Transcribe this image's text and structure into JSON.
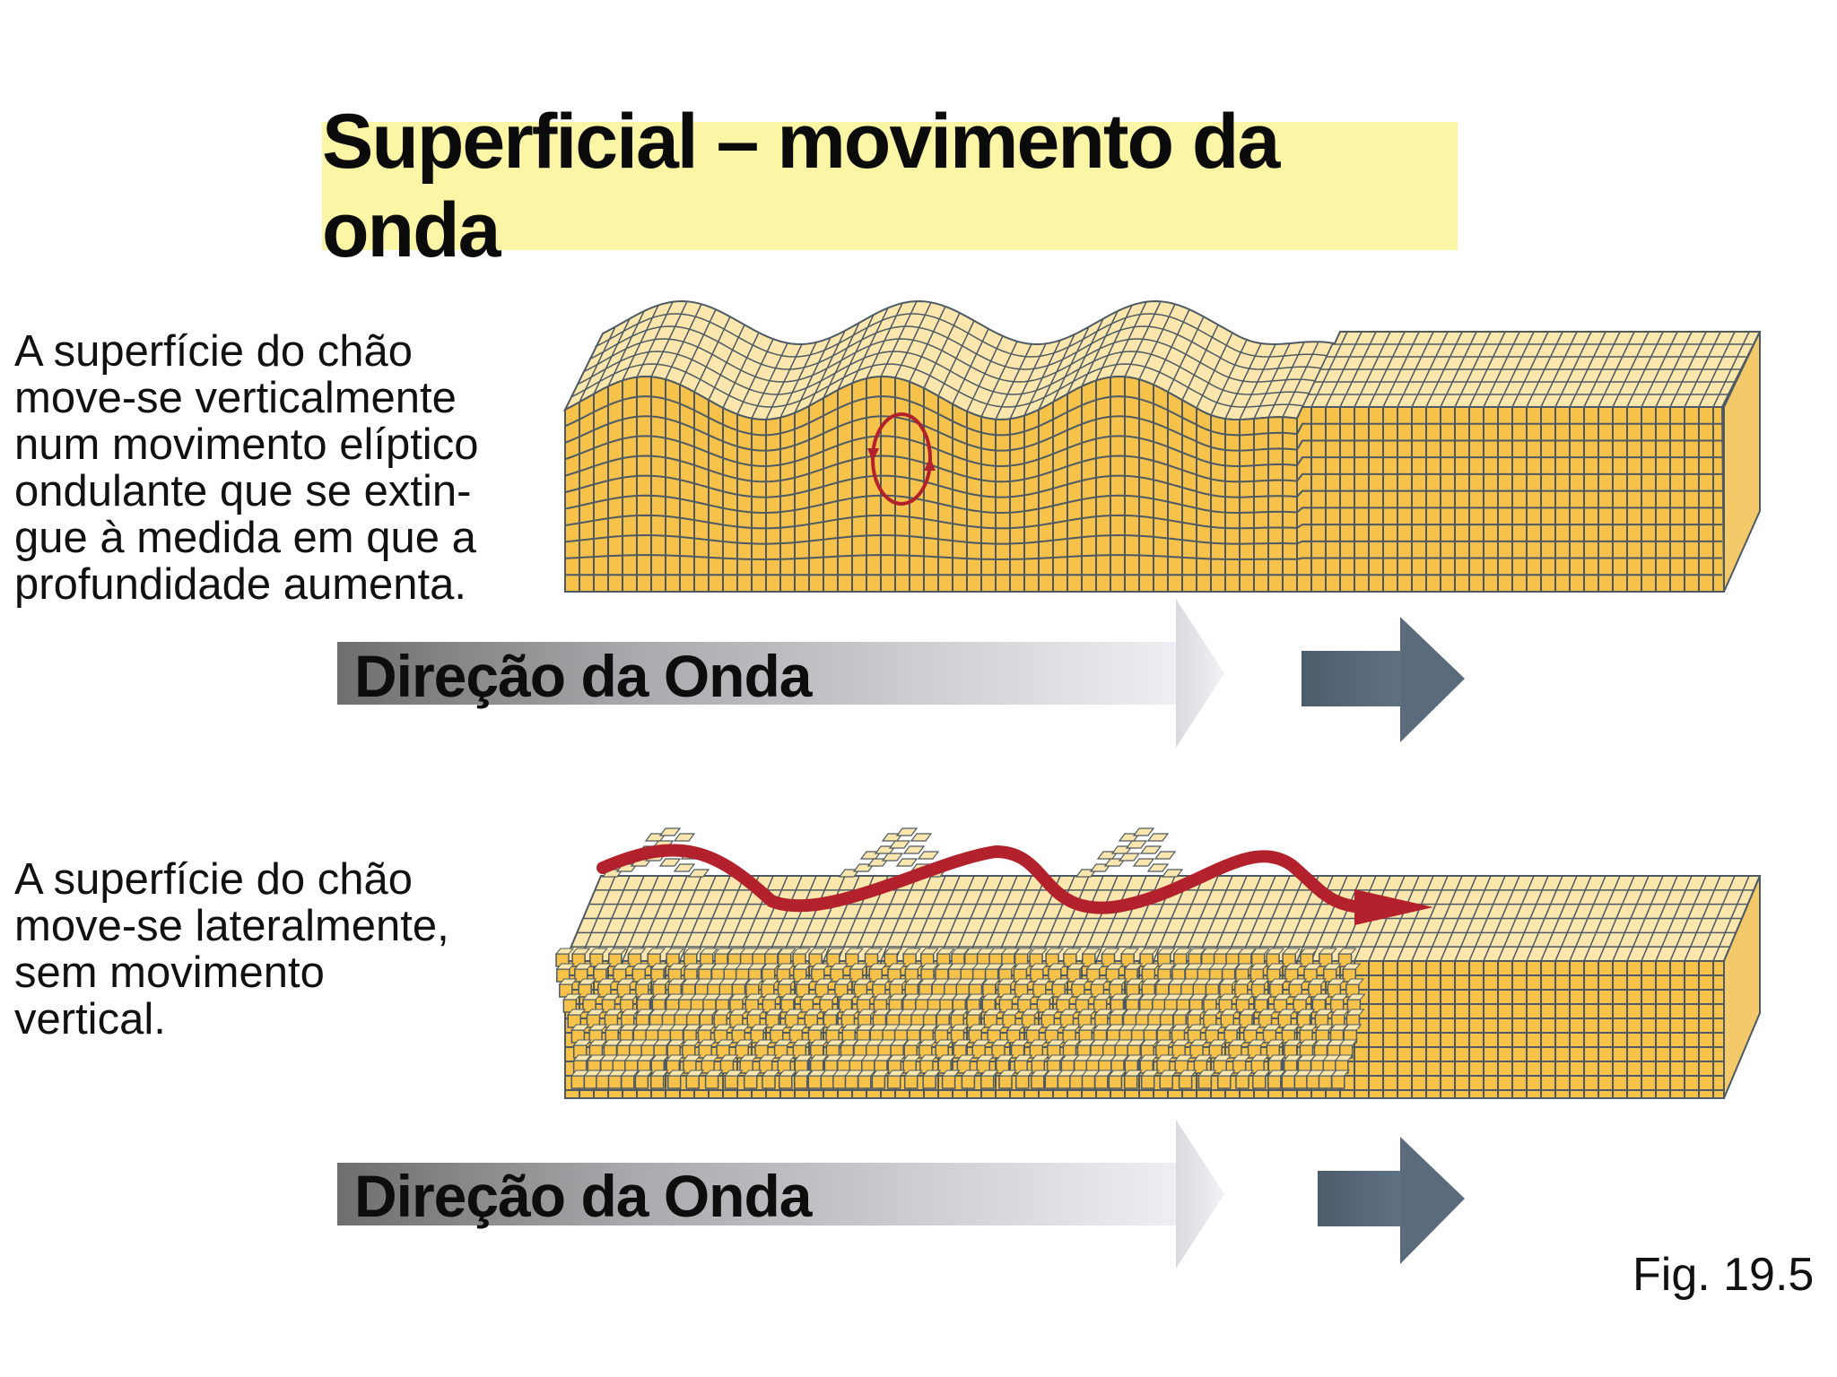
{
  "title": "Superficial – movimento da onda",
  "panels": [
    {
      "description": "A superfície do chão\nmove-se verticalmente\nnum movimento elíptico\nondulante que se extin-\ngue à medida em que a\nprofundidade aumenta.",
      "direction_label": "Direção da Onda",
      "motion": "elliptical-vertical",
      "particle_motion_icon": "elliptical-orbit-icon"
    },
    {
      "description": "A superfície do chão\nmove-se lateralmente,\nsem movimento\nvertical.",
      "direction_label": "Direção da Onda",
      "motion": "horizontal-lateral",
      "particle_motion_icon": "lateral-path-arrow-icon"
    }
  ],
  "figure_label": "Fig. 19.5",
  "colors": {
    "title_background": "#fbf5a6",
    "block_front": "#f7c24a",
    "block_top": "#fbe6ad",
    "block_side": "#f3c96a",
    "grid_line": "#4d5a63",
    "motion_path": "#b3222c",
    "direction_arrow": "#526473"
  }
}
